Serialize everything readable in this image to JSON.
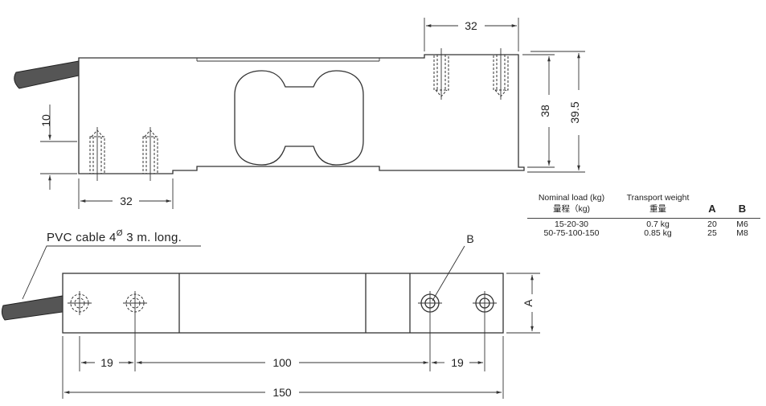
{
  "dimensions": {
    "top_width": "32",
    "height_38": "38",
    "height_39_5": "39.5",
    "left_height": "10",
    "bottom_width": "32",
    "hole_19_left": "19",
    "span_100": "100",
    "hole_19_right": "19",
    "total_150": "150",
    "width_A": "A",
    "label_B": "B"
  },
  "cable_note": {
    "prefix": "PVC cable 4",
    "symbol": "Ø",
    "suffix": " 3 m. long."
  },
  "spec_table": {
    "headers": {
      "nominal_load": "Nominal load (kg)",
      "nominal_load_cn": "量程（kg)",
      "transport_weight": "Transport weight",
      "transport_weight_cn": "重量",
      "col_a": "A",
      "col_b": "B"
    },
    "rows": [
      {
        "load": "15-20-30",
        "weight": "0.7 kg",
        "a": "20",
        "b": "M6"
      },
      {
        "load": "50-75-100-150",
        "weight": "0.85 kg",
        "a": "25",
        "b": "M8"
      }
    ]
  },
  "colors": {
    "line": "#333333",
    "cable": "#555555",
    "background": "#ffffff"
  }
}
